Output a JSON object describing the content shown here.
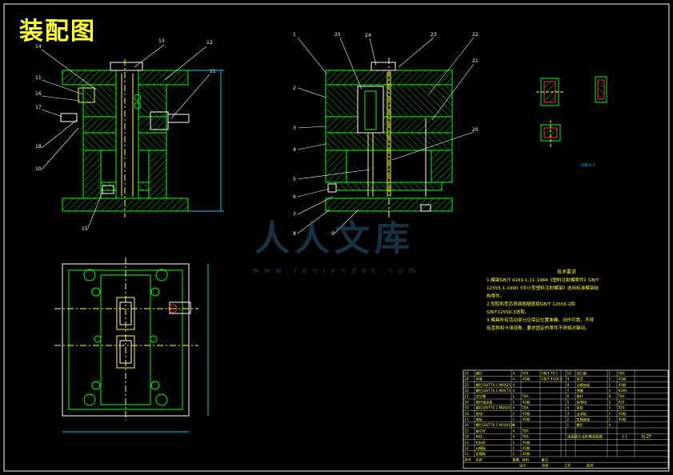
{
  "title": "装配图",
  "watermark": {
    "text": "人人文库",
    "url": "www.renrendoc.com"
  },
  "colors": {
    "background": "#000000",
    "frame": "#ffffff",
    "outline": "#00ff00",
    "hatch": "#22cc22",
    "text": "#ffff33",
    "center": "#ffff33",
    "dim": "#00ccff",
    "accent": "#ff3333"
  },
  "left_view_callouts": [
    "14",
    "13",
    "12",
    "11",
    "11",
    "16",
    "17",
    "18",
    "10",
    "15"
  ],
  "right_view_callouts": [
    "1",
    "25",
    "24",
    "23",
    "22",
    "2",
    "21",
    "3",
    "4",
    "20",
    "5",
    "6",
    "7",
    "8",
    "9"
  ],
  "tech_requirements": {
    "heading": "技术要求",
    "lines": [
      "1.模架GB/T 4169.1-11-1984《塑料注射模零件》GB/T",
      "12555.1-1990《中小型塑料注射模架》选用标准模架结",
      "构零件。",
      "2.型腔和型芯表面粗糙度按GB/T 12556.2和",
      "GB/T12556.3选取。",
      "3.模具所有活动部分应保证位置准确，动作可靠，不得",
      "有歪斜和卡滞现象，要求固定的零件不得相对窜动。"
    ]
  },
  "detail_label": "比例 1:1",
  "bom": {
    "rows_left": [
      [
        "25",
        "螺钉",
        "4",
        "P20",
        "GB/T 70.1",
        ""
      ],
      [
        "24",
        "导套",
        "4",
        "45钢",
        "GB/T 4169.3",
        ""
      ],
      [
        "23",
        "螺钉GB/T70.1 M6X25",
        "4",
        "",
        ""
      ],
      [
        "22",
        "螺钉GB/T70.1 M8X70",
        "4",
        "",
        ""
      ],
      [
        "21",
        "定位圈",
        "1",
        "T8A",
        "",
        ""
      ],
      [
        "20",
        "推杆固定板",
        "1",
        "45钢",
        "",
        ""
      ],
      [
        "19",
        "螺钉GB/T70.1 M6X20",
        "4",
        "T8A",
        "",
        ""
      ],
      [
        "18",
        "垫块",
        "2",
        "45钢",
        "",
        ""
      ],
      [
        "17",
        "推板",
        "1",
        "45钢",
        "",
        ""
      ],
      [
        "16",
        "螺钉GB/T70.1 M10X100",
        "4",
        "",
        ""
      ],
      [
        "15",
        "复位杆",
        "4",
        "T8A",
        "",
        ""
      ],
      [
        "14",
        "导柱",
        "4",
        "T8A",
        "",
        ""
      ],
      [
        "13",
        "拉料杆",
        "1",
        "45钢",
        "",
        ""
      ],
      [
        "12",
        "动模板",
        "1",
        "45钢",
        "",
        ""
      ],
      [
        "11",
        "定模板",
        "1",
        "45钢",
        "",
        ""
      ]
    ],
    "rows_right": [
      [
        "10",
        "浇口套",
        "1",
        "T8A",
        ""
      ],
      [
        "9",
        "型芯",
        "1",
        "45钢",
        ""
      ],
      [
        "8",
        "动模座板",
        "1",
        "45钢",
        ""
      ],
      [
        "7",
        "弹簧",
        "4",
        "65Mn",
        ""
      ],
      [
        "6",
        "推杆",
        "8",
        "T8A",
        ""
      ],
      [
        "5",
        "斜滑块",
        "2",
        "P20",
        ""
      ],
      [
        "4",
        "型腔",
        "1",
        "P20",
        ""
      ],
      [
        "3",
        "支承板",
        "1",
        "45钢",
        ""
      ],
      [
        "2",
        "定模座板",
        "1",
        "45钢",
        ""
      ],
      [
        "1",
        "螺钉",
        "4",
        "",
        ""
      ]
    ],
    "title_block": {
      "drawing_name": "连接插头注射模装配图",
      "scale": "1:1",
      "code": "XJ-ZP",
      "headers": [
        "序号",
        "名称",
        "数量",
        "材料",
        "备注"
      ],
      "labels": [
        "设计",
        "审核",
        "工艺",
        "批准"
      ]
    }
  }
}
